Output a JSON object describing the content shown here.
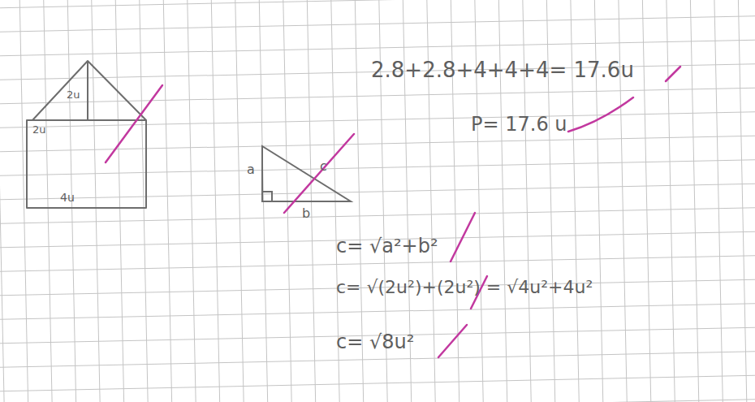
{
  "diagram": {
    "labels": [
      "2u",
      "2u",
      "4u",
      "a",
      "b",
      "c",
      "2.8+2.8+4+4+4= 17.6u",
      "P= 17.6 u",
      "c= √a²+b²",
      "c= √(2u²)+(2u²) = √4u²+4u²",
      "c= √8u²"
    ]
  }
}
